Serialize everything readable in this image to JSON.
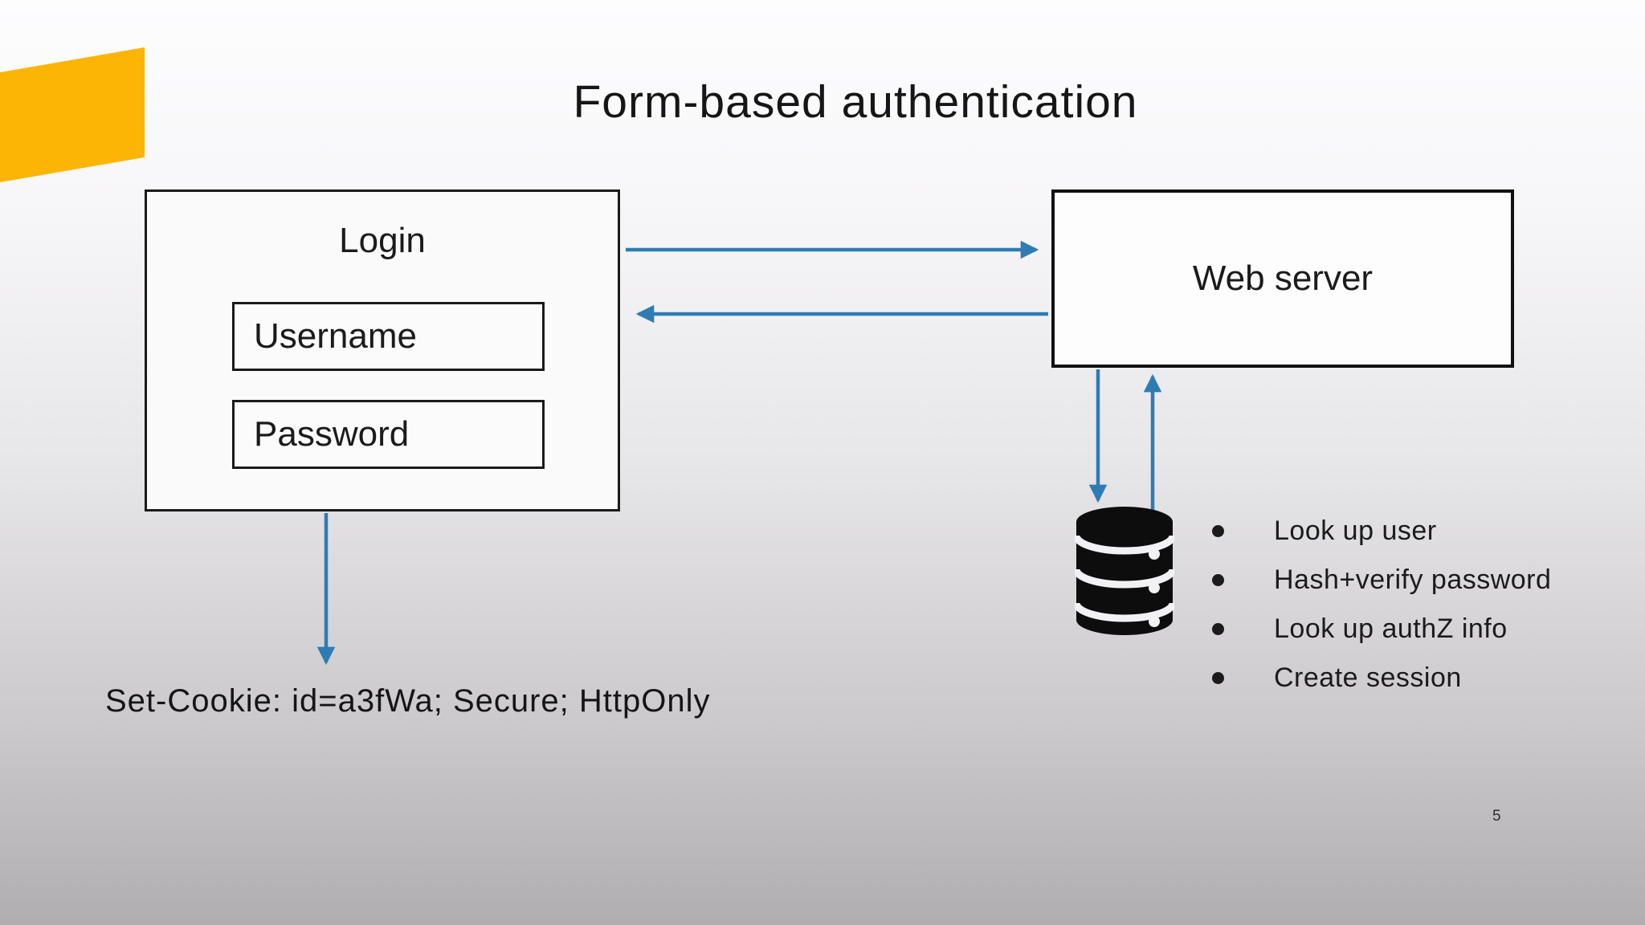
{
  "slide": {
    "title": "Form-based authentication",
    "page_number": "5"
  },
  "login": {
    "title": "Login",
    "fields": [
      "Username",
      "Password"
    ]
  },
  "server": {
    "label": "Web server"
  },
  "server_tasks": [
    "Look up user",
    "Hash+verify password",
    "Look up authZ info",
    "Create session"
  ],
  "cookie_text": "Set-Cookie: id=a3fWa; Secure; HttpOnly",
  "icons": {
    "database": "database-icon",
    "bullet": "bullet-icon"
  },
  "colors": {
    "accent_yellow": "#fcb405",
    "arrow_blue": "#2e7cb4",
    "box_border": "#1a1a1a",
    "background_top": "#fdfdfe",
    "background_bottom": "#b0aeb1"
  }
}
